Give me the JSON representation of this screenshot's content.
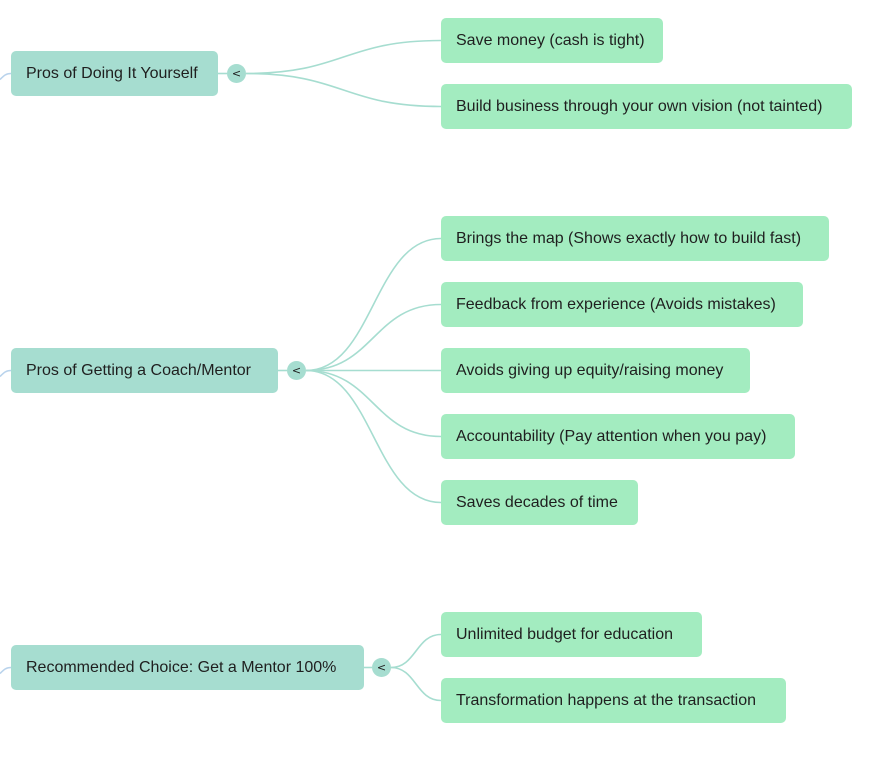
{
  "mindmap": {
    "colors": {
      "parent_fill": "#a6ddd0",
      "child_fill": "#a3ecc0",
      "connector": "#a6ddd0",
      "incoming_connector": "#b9d3ec",
      "text": "#1f1f1f"
    },
    "toggle_glyph": "<",
    "branches": [
      {
        "label": "Pros of Doing It Yourself",
        "children": [
          "Save money (cash is tight)",
          "Build business through your own vision (not tainted)"
        ]
      },
      {
        "label": "Pros of Getting a Coach/Mentor",
        "children": [
          "Brings the map (Shows exactly how to build fast)",
          "Feedback from experience (Avoids mistakes)",
          "Avoids giving up equity/raising money",
          "Accountability (Pay attention when you pay)",
          "Saves decades of time"
        ]
      },
      {
        "label": "Recommended Choice: Get a Mentor 100%",
        "children": [
          "Unlimited budget for education",
          "Transformation happens at the transaction"
        ]
      }
    ]
  }
}
